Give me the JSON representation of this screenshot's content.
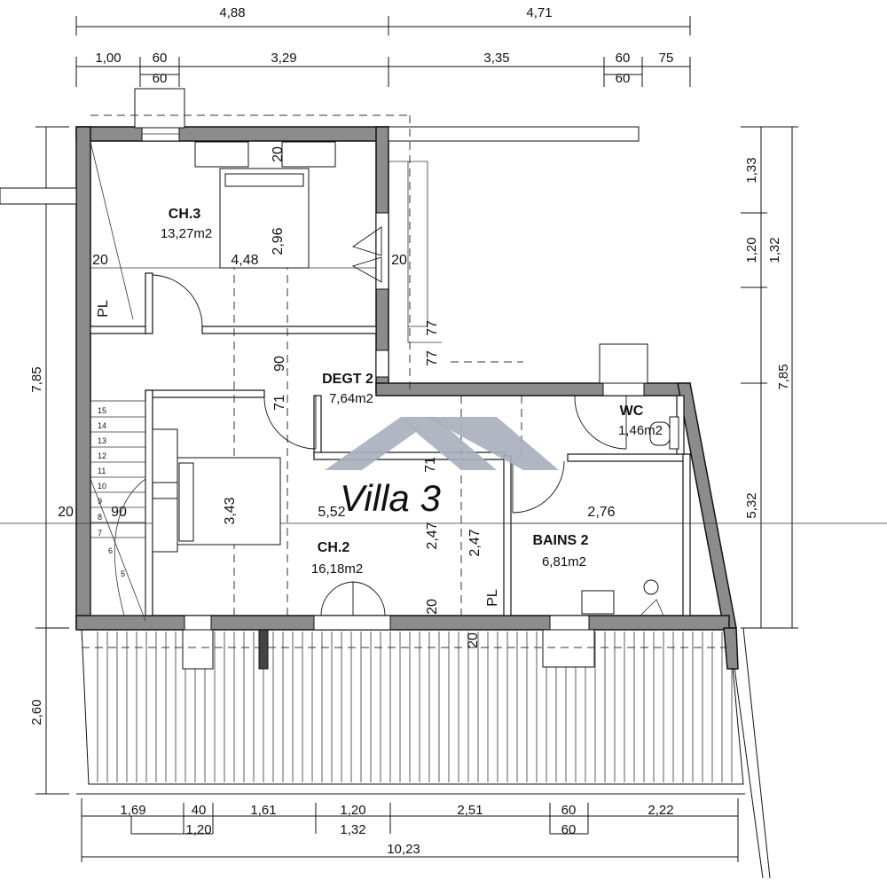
{
  "plan": {
    "title": "Villa 3",
    "rooms": [
      {
        "name": "CH.3",
        "area": "13,27m2"
      },
      {
        "name": "DEGT 2",
        "area": "7,64m2"
      },
      {
        "name": "WC",
        "area": "1,46m2"
      },
      {
        "name": "CH.2",
        "area": "16,18m2"
      },
      {
        "name": "BAINS 2",
        "area": "6,81m2"
      }
    ],
    "dimensions": {
      "top_overall": [
        "4,88",
        "4,71"
      ],
      "top_detail": [
        "1,00",
        "60",
        "3,29",
        "3,35",
        "60",
        "75"
      ],
      "top_sub": [
        "60",
        "60"
      ],
      "right": [
        "1,33",
        "1,20",
        "1,32",
        "7,85",
        "5,32"
      ],
      "left": [
        "7,85",
        "2,60"
      ],
      "bottom_detail": [
        "1,69",
        "40",
        "1,61",
        "1,20",
        "2,51",
        "60",
        "2,22"
      ],
      "bottom_sub": [
        "1,20",
        "1,32",
        "60"
      ],
      "bottom_overall": "10,23"
    },
    "interior_marks": [
      "4,48",
      "2,96",
      "20",
      "20",
      "PL",
      "90",
      "77",
      "77",
      "71",
      "20",
      "90",
      "3,43",
      "5,52",
      "2,47",
      "2,47",
      "2,76",
      "PL",
      "20",
      "20",
      "20",
      "71"
    ],
    "stair_steps": [
      "15",
      "14",
      "13",
      "12",
      "11",
      "10",
      "9",
      "8",
      "7",
      "6",
      "5"
    ]
  }
}
